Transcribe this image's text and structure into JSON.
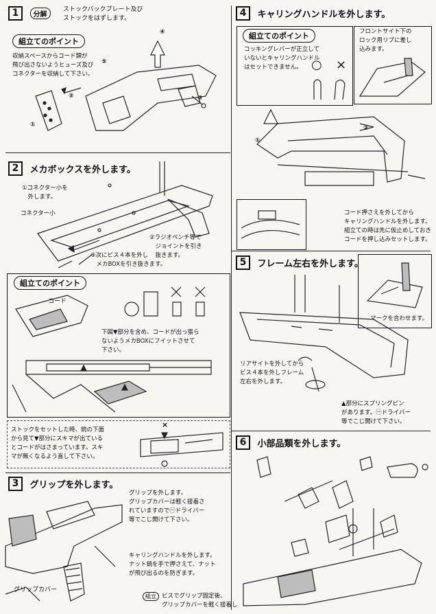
{
  "steps": [
    {
      "num": "1",
      "tag": "分解",
      "title": "ストックバックプレート及び\nストックをはずします。"
    },
    {
      "num": "2",
      "title": "メカボックスを外します。"
    },
    {
      "num": "3",
      "title": "グリップを外します。"
    },
    {
      "num": "4",
      "title": "キャリングハンドルを外します。"
    },
    {
      "num": "5",
      "title": "フレーム左右を外します。"
    },
    {
      "num": "6",
      "title": "小部品類を外します。"
    }
  ],
  "point_label": "組立てのポイント",
  "s1": {
    "point_text": "収納スペースからコード類が\n飛び出さないようヒューズ及び\nコネクターを収納して下さい。",
    "marks": [
      "①",
      "②",
      "③",
      "④",
      "⑤"
    ]
  },
  "s2": {
    "c1": "①コネクター小を\n　外します。",
    "c2": "コネクター小",
    "c3": "②ラジオペンチ等で\n　ジョイントを引き\n　抜きます。",
    "c4": "③次にビス４本を外し\n　メカBOXを引き抜きます。",
    "code_label": "コード",
    "point_text": "下図▼部分を含め、コードが出っ張ら\nないようメカBOXにフイットさせて\n下さい。",
    "stock_text": "ストックをセットした時、銃の下面\nから見て▼部分にスキマが出ている\nとコードがはさまっています。スキ\nマが無くなるよう直して下さい。",
    "x_mark": "×"
  },
  "s3": {
    "c1": "グリップを外します。\nグリップカバーは軽く接着さ\nれていますので㊀ドライバー\n等でこじ開けて下さい。",
    "c2": "キャリングハンドルを外します。\nナット鍋を手で押さえて、ナット\nが飛び出るのを防ぎます。",
    "grip_cover": "グリップカバー",
    "kumitate_tag": "組立",
    "c3": "ビスでグリップ固定後、\nグリップカバーを軽く接着し"
  },
  "s4": {
    "point_text": "コッキングレバーが正立して\nいないとキャリングハンドル\nはセットできません。",
    "ok_mark": "○",
    "ng_mark": "×",
    "front_text": "フロントサイト下の\nロック用リブに差し\n込みます。",
    "cord_text": "コード押さえを外してから\nキャリングハンドルを外します。\n組立ての時は先に仮止めしておき\nコードを押し込みセットします。",
    "marks": [
      "①",
      "②"
    ]
  },
  "s5": {
    "mark_text": "マークを合わせます。",
    "rear_text": "リアサイトを外してから\nビス４本を外しフレーム\n左右を外します。",
    "spring_text": "▲部分にスプリングピン\nがあります。㊀ドライバー\n等でこじ開けて下さい。"
  }
}
